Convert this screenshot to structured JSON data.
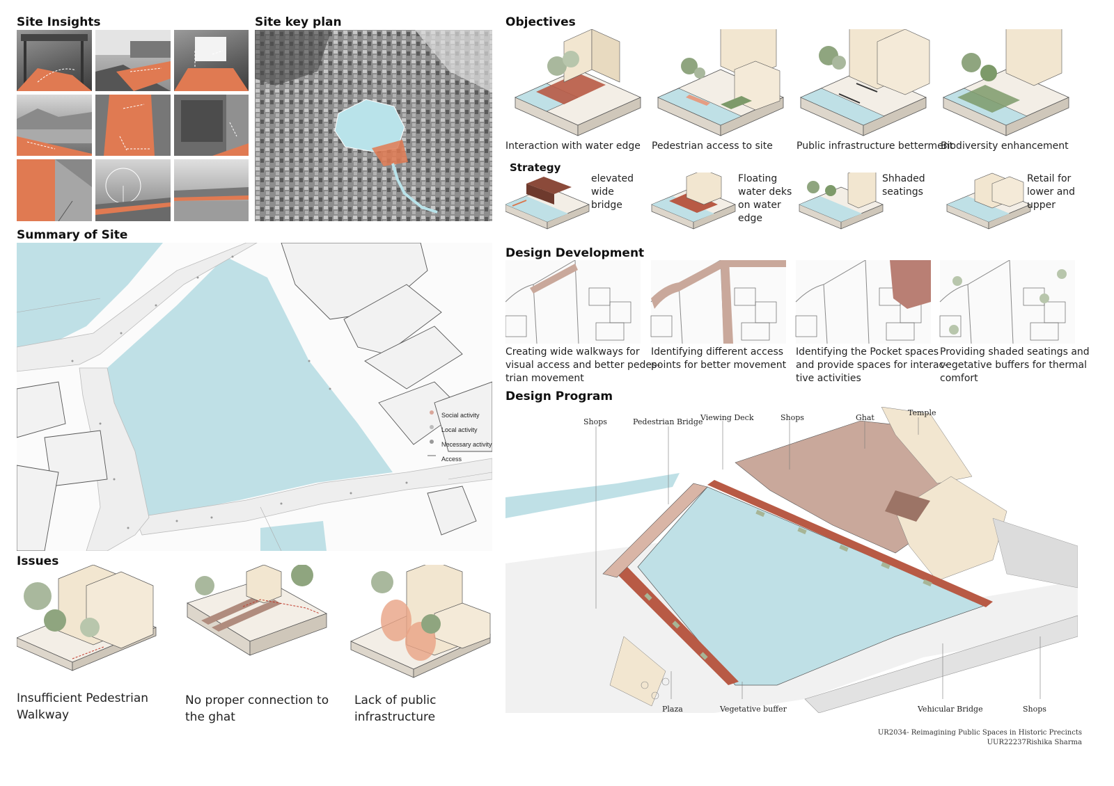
{
  "sections": {
    "site_insights": "Site Insights",
    "site_key_plan": "Site key plan",
    "objectives": "Objectives",
    "strategy": "Strategy",
    "summary_of_site": "Summary of Site",
    "design_development": "Design Development",
    "design_program": "Design Program",
    "issues": "Issues"
  },
  "objectives": [
    "Interaction with water edge",
    "Pedestrian access to site",
    "Public infrastructure betterment",
    "Biodiversity enhancement"
  ],
  "strategies": [
    {
      "lines": [
        "elevated",
        "wide",
        "bridge"
      ]
    },
    {
      "lines": [
        "Floating",
        "water deks",
        "on water",
        "edge"
      ]
    },
    {
      "lines": [
        "Shhaded",
        "seatings"
      ]
    },
    {
      "lines": [
        "Retail for",
        "lower and",
        "upper"
      ]
    }
  ],
  "design_development": [
    {
      "lines": [
        "Creating wide walkways for",
        "visual access and better pedes-",
        "trian movement"
      ]
    },
    {
      "lines": [
        "Identifying different access",
        "points for better movement"
      ]
    },
    {
      "lines": [
        "Identifying the Pocket spaces",
        "and provide spaces for interac-",
        "tive activities"
      ]
    },
    {
      "lines": [
        "Providing shaded seatings and",
        "vegetative buffers for thermal",
        "comfort"
      ]
    }
  ],
  "legend": [
    "Social activity",
    "Local activity",
    "Necessary activity",
    "Access"
  ],
  "issues": [
    {
      "lines": [
        "Insufficient Pedestrian",
        "Walkway"
      ]
    },
    {
      "lines": [
        "No proper connection to",
        "the ghat"
      ]
    },
    {
      "lines": [
        "Lack of public",
        "infrastructure"
      ]
    }
  ],
  "program_labels": {
    "shops_1": "Shops",
    "pedestrian_bridge": "Pedestrian Bridge",
    "viewing_deck": "Viewing Deck",
    "shops_2": "Shops",
    "ghat": "Ghat",
    "temple": "Temple",
    "plaza": "Plaza",
    "vegetative_buffer": "Vegetative buffer",
    "vehicular_bridge": "Vehicular Bridge",
    "shops_3": "Shops"
  },
  "footer": {
    "line1": "UR2034- Reimagining Public Spaces in Historic Precincts",
    "line2": "UUR22237Rishika Sharma"
  },
  "colors": {
    "water": "#bfe0e6",
    "accent": "#d9774e",
    "building": "#f2e6d0",
    "ghat": "#c9a89b",
    "deck_red": "#b85a45"
  }
}
